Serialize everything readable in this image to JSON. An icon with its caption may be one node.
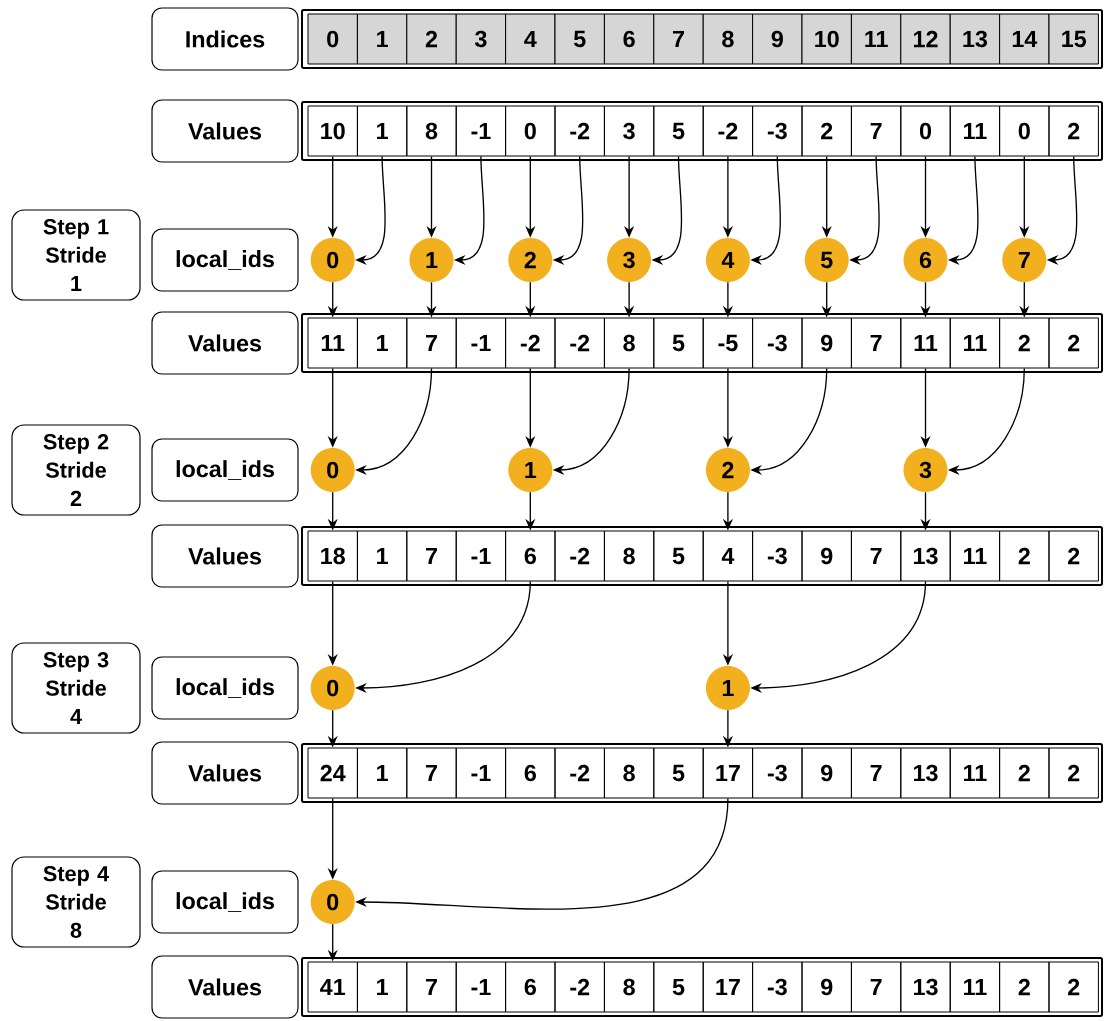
{
  "diagram": {
    "nodes": [
      {
        "text": [
          "Indices"
        ]
      },
      {
        "text": [
          "0"
        ]
      },
      {
        "text": [
          "1"
        ]
      },
      {
        "text": [
          "2"
        ]
      },
      {
        "text": [
          "3"
        ]
      },
      {
        "text": [
          "4"
        ]
      },
      {
        "text": [
          "5"
        ]
      },
      {
        "text": [
          "6"
        ]
      },
      {
        "text": [
          "7"
        ]
      },
      {
        "text": [
          "8"
        ]
      },
      {
        "text": [
          "9"
        ]
      },
      {
        "text": [
          "10"
        ]
      },
      {
        "text": [
          "11"
        ]
      },
      {
        "text": [
          "12"
        ]
      },
      {
        "text": [
          "13"
        ]
      },
      {
        "text": [
          "14"
        ]
      },
      {
        "text": [
          "15"
        ]
      },
      {
        "text": [
          "Values"
        ]
      },
      {
        "text": [
          "10"
        ]
      },
      {
        "text": [
          "1"
        ]
      },
      {
        "text": [
          "8"
        ]
      },
      {
        "text": [
          "-1"
        ]
      },
      {
        "text": [
          "0"
        ]
      },
      {
        "text": [
          "-2"
        ]
      },
      {
        "text": [
          "3"
        ]
      },
      {
        "text": [
          "5"
        ]
      },
      {
        "text": [
          "-2"
        ]
      },
      {
        "text": [
          "-3"
        ]
      },
      {
        "text": [
          "2"
        ]
      },
      {
        "text": [
          "7"
        ]
      },
      {
        "text": [
          "0"
        ]
      },
      {
        "text": [
          "11"
        ]
      },
      {
        "text": [
          "0"
        ]
      },
      {
        "text": [
          "2"
        ]
      },
      {
        "text": [
          "Step 1 Stride 1"
        ]
      },
      {
        "text": [
          "local_ids"
        ]
      },
      {
        "text": [
          "0"
        ]
      },
      {
        "text": [
          "1"
        ]
      },
      {
        "text": [
          "2"
        ]
      },
      {
        "text": [
          "3"
        ]
      },
      {
        "text": [
          "4"
        ]
      },
      {
        "text": [
          "5"
        ]
      },
      {
        "text": [
          "6"
        ]
      },
      {
        "text": [
          "7"
        ]
      },
      {
        "text": [
          "Values"
        ]
      },
      {
        "text": [
          "11"
        ]
      },
      {
        "text": [
          "1"
        ]
      },
      {
        "text": [
          "7"
        ]
      },
      {
        "text": [
          "-1"
        ]
      },
      {
        "text": [
          "-2"
        ]
      },
      {
        "text": [
          "-2"
        ]
      },
      {
        "text": [
          "8"
        ]
      },
      {
        "text": [
          "5"
        ]
      },
      {
        "text": [
          "-5"
        ]
      },
      {
        "text": [
          "-3"
        ]
      },
      {
        "text": [
          "9"
        ]
      },
      {
        "text": [
          "7"
        ]
      },
      {
        "text": [
          "11"
        ]
      },
      {
        "text": [
          "11"
        ]
      },
      {
        "text": [
          "2"
        ]
      },
      {
        "text": [
          "2"
        ]
      },
      {
        "text": [
          "Step 2 Stride 2"
        ]
      },
      {
        "text": [
          "local_ids"
        ]
      },
      {
        "text": [
          "0"
        ]
      },
      {
        "text": [
          "1"
        ]
      },
      {
        "text": [
          "2"
        ]
      },
      {
        "text": [
          "3"
        ]
      },
      {
        "text": [
          "Values"
        ]
      },
      {
        "text": [
          "18"
        ]
      },
      {
        "text": [
          "1"
        ]
      },
      {
        "text": [
          "7"
        ]
      },
      {
        "text": [
          "-1"
        ]
      },
      {
        "text": [
          "6"
        ]
      },
      {
        "text": [
          "-2"
        ]
      },
      {
        "text": [
          "8"
        ]
      },
      {
        "text": [
          "5"
        ]
      },
      {
        "text": [
          "4"
        ]
      },
      {
        "text": [
          "-3"
        ]
      },
      {
        "text": [
          "9"
        ]
      },
      {
        "text": [
          "7"
        ]
      },
      {
        "text": [
          "13"
        ]
      },
      {
        "text": [
          "11"
        ]
      },
      {
        "text": [
          "2"
        ]
      },
      {
        "text": [
          "2"
        ]
      },
      {
        "text": [
          "Step 3 Stride 4"
        ]
      },
      {
        "text": [
          "local_ids"
        ]
      },
      {
        "text": [
          "0"
        ]
      },
      {
        "text": [
          "1"
        ]
      },
      {
        "text": [
          "Values"
        ]
      },
      {
        "text": [
          "24"
        ]
      },
      {
        "text": [
          "1"
        ]
      },
      {
        "text": [
          "7"
        ]
      },
      {
        "text": [
          "-1"
        ]
      },
      {
        "text": [
          "6"
        ]
      },
      {
        "text": [
          "-2"
        ]
      },
      {
        "text": [
          "8"
        ]
      },
      {
        "text": [
          "5"
        ]
      },
      {
        "text": [
          "17"
        ]
      },
      {
        "text": [
          "-3"
        ]
      },
      {
        "text": [
          "9"
        ]
      },
      {
        "text": [
          "7"
        ]
      },
      {
        "text": [
          "13"
        ]
      },
      {
        "text": [
          "11"
        ]
      },
      {
        "text": [
          "2"
        ]
      },
      {
        "text": [
          "2"
        ]
      },
      {
        "text": [
          "Step 4 Stride 8"
        ]
      },
      {
        "text": [
          "local_ids"
        ]
      },
      {
        "text": [
          "0"
        ]
      },
      {
        "text": [
          "Values"
        ]
      },
      {
        "text": [
          "41"
        ]
      },
      {
        "text": [
          "1"
        ]
      },
      {
        "text": [
          "7"
        ]
      },
      {
        "text": [
          "-1"
        ]
      },
      {
        "text": [
          "6"
        ]
      },
      {
        "text": [
          "-2"
        ]
      },
      {
        "text": [
          "8"
        ]
      },
      {
        "text": [
          "5"
        ]
      },
      {
        "text": [
          "17"
        ]
      },
      {
        "text": [
          "-3"
        ]
      },
      {
        "text": [
          "9"
        ]
      },
      {
        "text": [
          "7"
        ]
      },
      {
        "text": [
          "13"
        ]
      },
      {
        "text": [
          "11"
        ]
      },
      {
        "text": [
          "2"
        ]
      },
      {
        "text": [
          "2"
        ]
      }
    ],
    "edges": [
      {
        "from": 18,
        "to": 36,
        "arrow": "to"
      },
      {
        "from": 19,
        "to": 36,
        "arrow": "to"
      },
      {
        "from": 36,
        "to": 45,
        "arrow": "to"
      },
      {
        "from": 20,
        "to": 37,
        "arrow": "to"
      },
      {
        "from": 21,
        "to": 37,
        "arrow": "to"
      },
      {
        "from": 37,
        "to": 47,
        "arrow": "to"
      },
      {
        "from": 22,
        "to": 38,
        "arrow": "to"
      },
      {
        "from": 23,
        "to": 38,
        "arrow": "to"
      },
      {
        "from": 38,
        "to": 49,
        "arrow": "to"
      },
      {
        "from": 24,
        "to": 39,
        "arrow": "to"
      },
      {
        "from": 25,
        "to": 39,
        "arrow": "to"
      },
      {
        "from": 39,
        "to": 51,
        "arrow": "to"
      },
      {
        "from": 26,
        "to": 40,
        "arrow": "to"
      },
      {
        "from": 27,
        "to": 40,
        "arrow": "to"
      },
      {
        "from": 40,
        "to": 53,
        "arrow": "to"
      },
      {
        "from": 28,
        "to": 41,
        "arrow": "to"
      },
      {
        "from": 29,
        "to": 41,
        "arrow": "to"
      },
      {
        "from": 41,
        "to": 55,
        "arrow": "to"
      },
      {
        "from": 30,
        "to": 42,
        "arrow": "to"
      },
      {
        "from": 31,
        "to": 42,
        "arrow": "to"
      },
      {
        "from": 42,
        "to": 57,
        "arrow": "to"
      },
      {
        "from": 32,
        "to": 43,
        "arrow": "to"
      },
      {
        "from": 33,
        "to": 43,
        "arrow": "to"
      },
      {
        "from": 43,
        "to": 59,
        "arrow": "to"
      },
      {
        "from": 45,
        "to": 63,
        "arrow": "to"
      },
      {
        "from": 47,
        "to": 63,
        "arrow": "to"
      },
      {
        "from": 63,
        "to": 68,
        "arrow": "to"
      },
      {
        "from": 49,
        "to": 64,
        "arrow": "to"
      },
      {
        "from": 51,
        "to": 64,
        "arrow": "to"
      },
      {
        "from": 64,
        "to": 72,
        "arrow": "to"
      },
      {
        "from": 53,
        "to": 65,
        "arrow": "to"
      },
      {
        "from": 55,
        "to": 65,
        "arrow": "to"
      },
      {
        "from": 65,
        "to": 76,
        "arrow": "to"
      },
      {
        "from": 57,
        "to": 66,
        "arrow": "to"
      },
      {
        "from": 59,
        "to": 66,
        "arrow": "to"
      },
      {
        "from": 66,
        "to": 80,
        "arrow": "to"
      },
      {
        "from": 68,
        "to": 86,
        "arrow": "to"
      },
      {
        "from": 72,
        "to": 86,
        "arrow": "to"
      },
      {
        "from": 86,
        "to": 89,
        "arrow": "to"
      },
      {
        "from": 76,
        "to": 87,
        "arrow": "to"
      },
      {
        "from": 80,
        "to": 87,
        "arrow": "to"
      },
      {
        "from": 87,
        "to": 97,
        "arrow": "to"
      },
      {
        "from": 89,
        "to": 107,
        "arrow": "to"
      },
      {
        "from": 97,
        "to": 107,
        "arrow": "to"
      },
      {
        "from": 107,
        "to": 109,
        "arrow": "to"
      }
    ]
  }
}
